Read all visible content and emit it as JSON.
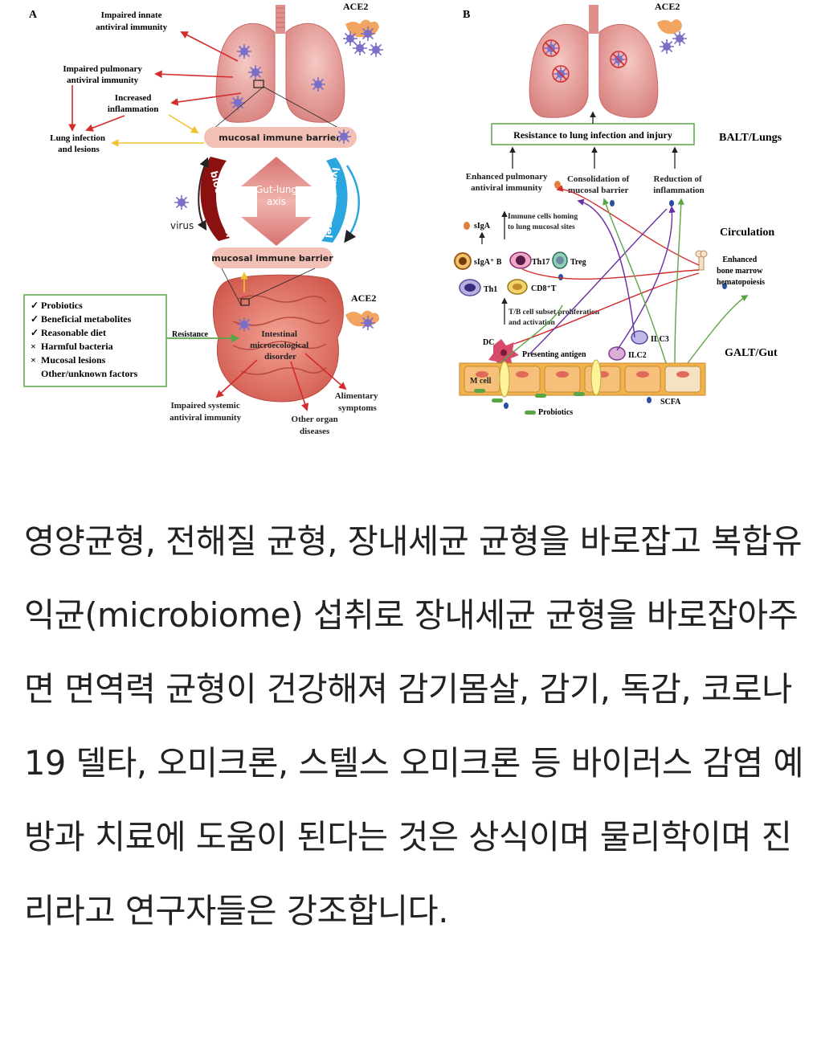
{
  "panel_a": {
    "letter": "A",
    "ace2_top": "ACE2",
    "ace2_bottom": "ACE2",
    "labels": {
      "impaired_innate_1": "Impaired innate",
      "impaired_innate_2": "antiviral immunity",
      "impaired_pulmonary_1": "Impaired pulmonary",
      "impaired_pulmonary_2": "antiviral immunity",
      "increased_1": "Increased",
      "increased_2": "inflammation",
      "lung_infection_1": "Lung infection",
      "lung_infection_2": "and lesions",
      "mucosal_top": "mucosal immune barrier",
      "mucosal_bottom": "mucosal immune barrier",
      "gut_lung_1": "Gut-lung",
      "gut_lung_2": "axis",
      "blood_vessel": "blood vessel",
      "lymph_vessel": "lymph vessel",
      "virus": "virus",
      "resistance": "Resistance",
      "intestinal_1": "Intestinal",
      "intestinal_2": "microecological",
      "intestinal_3": "disorder",
      "impaired_systemic_1": "Impaired systemic",
      "impaired_systemic_2": "antiviral immunity",
      "other_organ_1": "Other organ",
      "other_organ_2": "diseases",
      "alimentary_1": "Alimentary",
      "alimentary_2": "symptoms"
    },
    "factors": [
      {
        "mark": "✓",
        "text": "Probiotics"
      },
      {
        "mark": "✓",
        "text": "Beneficial metabolites"
      },
      {
        "mark": "✓",
        "text": "Reasonable diet"
      },
      {
        "mark": "×",
        "text": "Harmful bacteria"
      },
      {
        "mark": "×",
        "text": "Mucosal lesions"
      },
      {
        "mark": "",
        "text": "Other/unknown factors"
      }
    ]
  },
  "panel_b": {
    "letter": "B",
    "ace2": "ACE2",
    "resistance_box": "Resistance to lung infection and injury",
    "balt": "BALT/Lungs",
    "circulation": "Circulation",
    "galt": "GALT/Gut",
    "labels": {
      "enhanced_pulm_1": "Enhanced pulmonary",
      "enhanced_pulm_2": "antiviral immunity",
      "consolidation_1": "Consolidation of",
      "consolidation_2": "mucosal barrier",
      "reduction_1": "Reduction of",
      "reduction_2": "inflammation",
      "homing_1": "Immune cells homing",
      "homing_2": "to lung mucosal sites",
      "siga": "sIgA",
      "siga_b": "sIgA⁺ B",
      "th17": "Th17",
      "treg": "Treg",
      "th1": "Th1",
      "cd8": "CD8⁺T",
      "tb_1": "T/B cell subset proliferation",
      "tb_2": "and activation",
      "marrow_1": "Enhanced",
      "marrow_2": "bone marrow",
      "marrow_3": "hematopoiesis",
      "dc": "DC",
      "ilc3": "ILC3",
      "ilc2": "ILC2",
      "presenting": "Presenting antigen",
      "mcell": "M cell",
      "scfa": "SCFA",
      "probiotics": "Probiotics"
    }
  },
  "colors": {
    "lung": "#e9a3a0",
    "lung_dark": "#c96b6b",
    "barrier": "#f3c0b5",
    "arrow_red": "#d42b2b",
    "arrow_yellow": "#f1c232",
    "blood": "#8b1010",
    "lymph": "#2ba6de",
    "virus": "#7a6fc8",
    "green": "#5aa646",
    "intestine": "#e37a6e"
  },
  "article": {
    "text": "영양균형, 전해질 균형, 장내세균 균형을 바로잡고 복합유익균(microbiome) 섭취로 장내세균 균형을 바로잡아주면 면역력 균형이 건강해져 감기몸살, 감기, 독감, 코로나19 델타, 오미크론, 스텔스 오미크론 등 바이러스 감염 예방과 치료에 도움이 된다는 것은 상식이며 물리학이며 진리라고 연구자들은 강조합니다."
  }
}
